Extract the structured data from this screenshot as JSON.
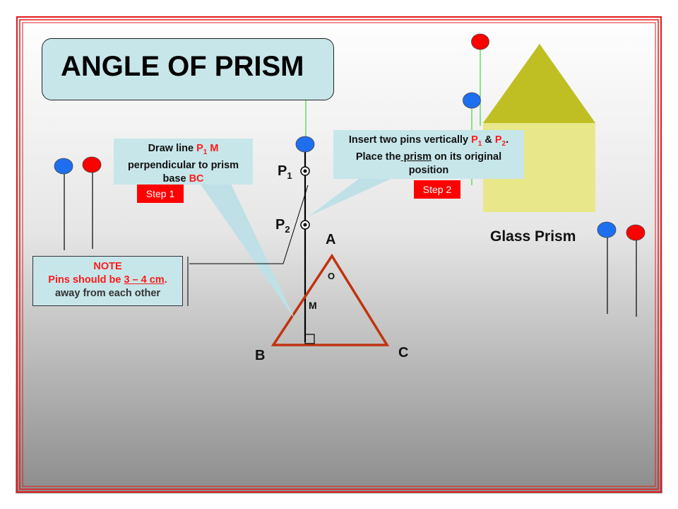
{
  "title": "ANGLE OF PRISM",
  "callout_step1": {
    "line1_prefix": "Draw line ",
    "p": "P",
    "sub": "1",
    "m": " M",
    "line2": "perpendicular  to prism",
    "line3_prefix": "base ",
    "bc": "BC",
    "badge": "Step 1"
  },
  "callout_step2": {
    "line1_prefix": "Insert two pins vertically ",
    "p1": "P",
    "sub1": "1",
    "amp": " & ",
    "p2": "P",
    "sub2": "2",
    "dot": ".",
    "line2_prefix": "Place the",
    "prism_word": " prism",
    "line2_suffix": " on its original",
    "line3": "position",
    "badge": "Step 2"
  },
  "note": {
    "heading": "NOTE",
    "line2_prefix": "Pins should be ",
    "distance": "3 – 4 cm",
    "line2_suffix": ".",
    "line3": "away from each other"
  },
  "labels": {
    "p1": "P",
    "p1_sub": "1",
    "p2": "P",
    "p2_sub": "2",
    "a": "A",
    "b": "B",
    "c": "C",
    "m": "M",
    "o": "O",
    "glass_prism": "Glass Prism"
  },
  "colors": {
    "frame_red": "#e31b1b",
    "callout_fill": "#c7e6ea",
    "triangle_stroke": "#c0340f",
    "prism_top": "#bfbf24",
    "prism_body": "#e8e88a",
    "pin_red": "#ff0000",
    "pin_blue": "#1e6ff0",
    "pin_stem_green": "#22cc22",
    "step_badge": "#ff0000"
  }
}
